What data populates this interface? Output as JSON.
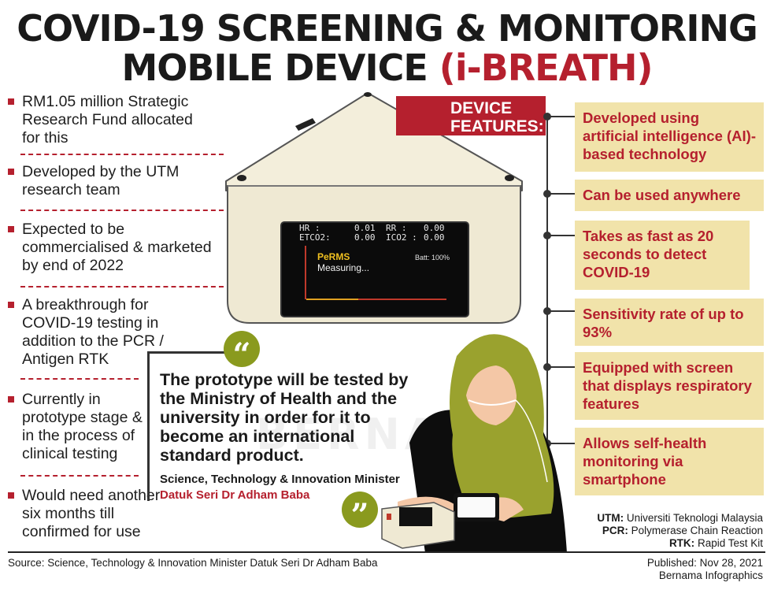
{
  "title_line1": "COVID-19 SCREENING & MONITORING",
  "title_line2_prefix": "MOBILE DEVICE ",
  "title_line2_highlight": "(i-BREATH)",
  "bullets": [
    "RM1.05 million Strategic Research Fund allocated for this",
    "Developed by the UTM research team",
    "Expected to be commercialised & marketed by end of 2022",
    "A breakthrough for COVID-19 testing in addition to the PCR / Antigen RTK",
    "Currently in prototype stage & in the process of clinical testing",
    "Would need another six months till confirmed for use"
  ],
  "device_screen": {
    "hr_label": "HR :",
    "hr_value": "0.01",
    "rr_label": "RR :",
    "rr_value": "0.00",
    "etco2_label": "ETCO2:",
    "etco2_value": "0.00",
    "ico2_label": "ICO2 :",
    "ico2_value": "0.00",
    "app_name": "PeRMS",
    "status": "Measuring...",
    "battery": "Batt: 100%"
  },
  "features_title_line1": "DEVICE",
  "features_title_line2": "FEATURES:",
  "features": [
    "Developed using artificial intelligence (AI)-based technology",
    "Can be used anywhere",
    "Takes as fast as 20 seconds to detect COVID-19",
    "Sensitivity rate of up to 93%",
    "Equipped with screen that displays respiratory features",
    "Allows self-health monitoring via smartphone"
  ],
  "quote": "The prototype will be tested by the Ministry of Health and the university in order for it to become an international standard product.",
  "quote_role": "Science, Technology & Innovation Minister",
  "quote_name": "Datuk Seri Dr Adham Baba",
  "abbreviations": [
    {
      "key": "UTM:",
      "value": "Universiti Teknologi Malaysia"
    },
    {
      "key": "PCR:",
      "value": "Polymerase Chain Reaction"
    },
    {
      "key": "RTK:",
      "value": "Rapid Test Kit"
    }
  ],
  "source": "Source: Science, Technology & Innovation Minister Datuk Seri Dr Adham Baba",
  "published": "Published: Nov 28, 2021",
  "credit": "Bernama  Infographics",
  "watermark": "BERNAMA",
  "colors": {
    "accent_red": "#b5202e",
    "feature_bg": "#f1e3aa",
    "quote_green": "#8a9a1e",
    "device_body": "#f0ebd6"
  }
}
